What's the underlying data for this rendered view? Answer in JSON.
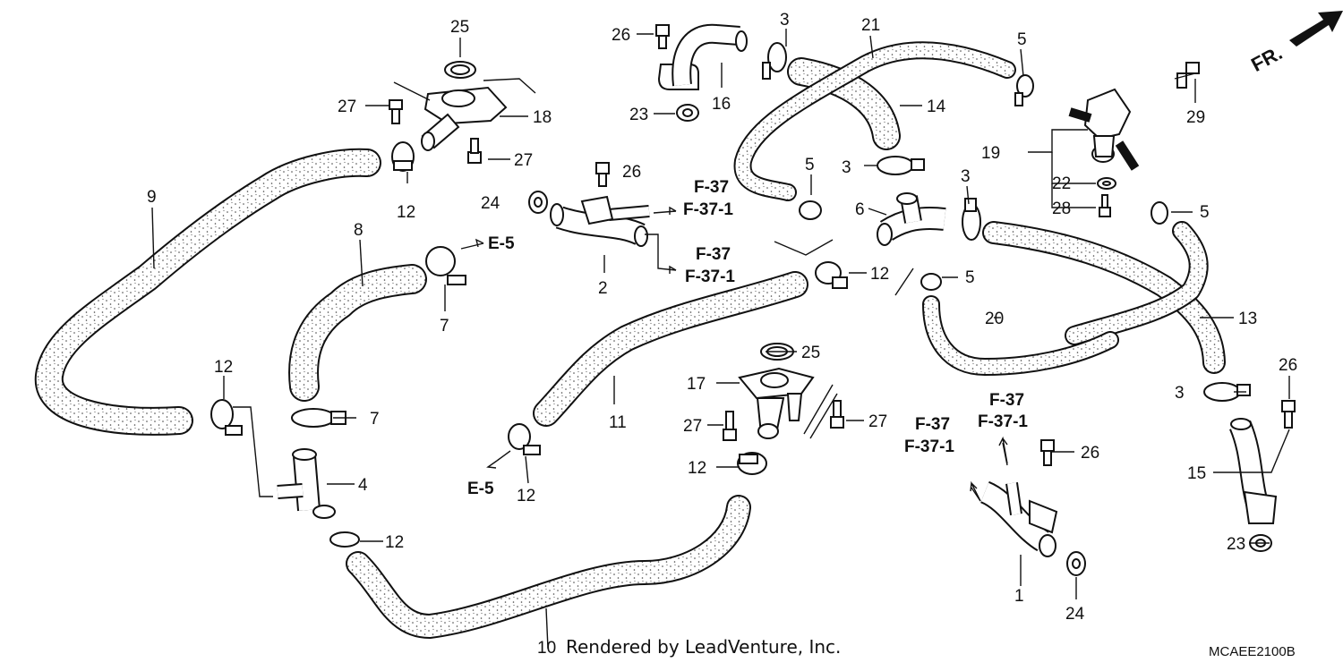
{
  "diagram": {
    "orientation_label": "FR.",
    "diagram_code": "MCAEE2100B",
    "credit": "Rendered by LeadVenture, Inc.",
    "hose_color": "#ffffff",
    "line_color": "#111111"
  },
  "callouts": [
    {
      "id": "c1",
      "text": "1"
    },
    {
      "id": "c2",
      "text": "2"
    },
    {
      "id": "c3a",
      "text": "3"
    },
    {
      "id": "c3b",
      "text": "3"
    },
    {
      "id": "c3c",
      "text": "3"
    },
    {
      "id": "c3d",
      "text": "3"
    },
    {
      "id": "c4",
      "text": "4"
    },
    {
      "id": "c5a",
      "text": "5"
    },
    {
      "id": "c5b",
      "text": "5"
    },
    {
      "id": "c5c",
      "text": "5"
    },
    {
      "id": "c5d",
      "text": "5"
    },
    {
      "id": "c6",
      "text": "6"
    },
    {
      "id": "c7a",
      "text": "7"
    },
    {
      "id": "c7b",
      "text": "7"
    },
    {
      "id": "c8",
      "text": "8"
    },
    {
      "id": "c9",
      "text": "9"
    },
    {
      "id": "c10",
      "text": "10"
    },
    {
      "id": "c11",
      "text": "11"
    },
    {
      "id": "c12a",
      "text": "12"
    },
    {
      "id": "c12b",
      "text": "12"
    },
    {
      "id": "c12c",
      "text": "12"
    },
    {
      "id": "c12d",
      "text": "12"
    },
    {
      "id": "c12e",
      "text": "12"
    },
    {
      "id": "c12f",
      "text": "12"
    },
    {
      "id": "c13",
      "text": "13"
    },
    {
      "id": "c14",
      "text": "14"
    },
    {
      "id": "c15",
      "text": "15"
    },
    {
      "id": "c16",
      "text": "16"
    },
    {
      "id": "c17",
      "text": "17"
    },
    {
      "id": "c18",
      "text": "18"
    },
    {
      "id": "c19",
      "text": "19"
    },
    {
      "id": "c20",
      "text": "20"
    },
    {
      "id": "c21",
      "text": "21"
    },
    {
      "id": "c22",
      "text": "22"
    },
    {
      "id": "c23a",
      "text": "23"
    },
    {
      "id": "c23b",
      "text": "23"
    },
    {
      "id": "c24a",
      "text": "24"
    },
    {
      "id": "c24b",
      "text": "24"
    },
    {
      "id": "c25a",
      "text": "25"
    },
    {
      "id": "c25b",
      "text": "25"
    },
    {
      "id": "c26a",
      "text": "26"
    },
    {
      "id": "c26b",
      "text": "26"
    },
    {
      "id": "c26c",
      "text": "26"
    },
    {
      "id": "c26d",
      "text": "26"
    },
    {
      "id": "c27a",
      "text": "27"
    },
    {
      "id": "c27b",
      "text": "27"
    },
    {
      "id": "c27c",
      "text": "27"
    },
    {
      "id": "c27d",
      "text": "27"
    },
    {
      "id": "c28",
      "text": "28"
    },
    {
      "id": "c29",
      "text": "29"
    }
  ],
  "section_refs": [
    {
      "id": "r1",
      "text": "F-37"
    },
    {
      "id": "r2",
      "text": "F-37-1"
    },
    {
      "id": "r3",
      "text": "F-37"
    },
    {
      "id": "r4",
      "text": "F-37-1"
    },
    {
      "id": "r5",
      "text": "F-37"
    },
    {
      "id": "r6",
      "text": "F-37-1"
    },
    {
      "id": "r7",
      "text": "F-37"
    },
    {
      "id": "r8",
      "text": "F-37-1"
    },
    {
      "id": "r9",
      "text": "E-5"
    },
    {
      "id": "r10",
      "text": "E-5"
    }
  ]
}
